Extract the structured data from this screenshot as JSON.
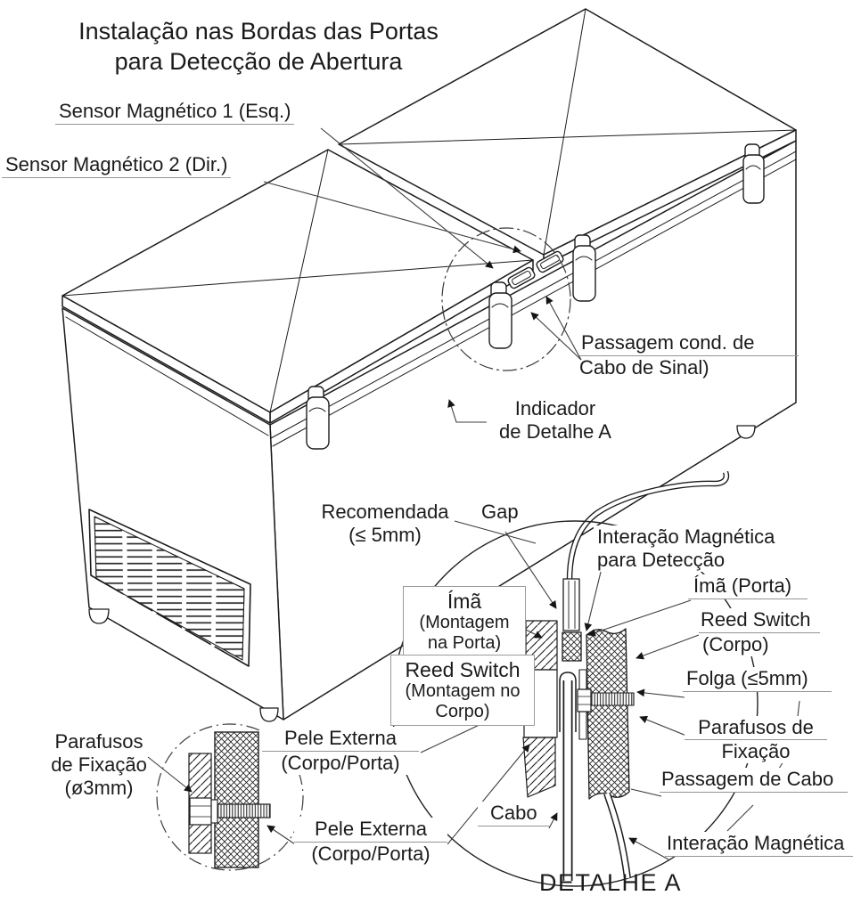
{
  "title": [
    "Instalação nas Bordas das Portas",
    "para Detecção de Abertura"
  ],
  "labels": {
    "sensor1": "Sensor Magnético 1 (Esq.)",
    "sensor2": "Sensor Magnético 2 (Dir.)",
    "passagem": [
      "Passagem cond. de",
      "Cabo de Sinal)"
    ],
    "indicador": [
      "Indicador",
      "de Detalhe A"
    ],
    "recomendada": [
      "Recomendada",
      "(≤ 5mm)"
    ],
    "gap": "Gap",
    "interacao_deteccao": [
      "Interação Magnética",
      "para Detecção"
    ],
    "ima_porta": "Ímã (Porta)",
    "reed_corpo": [
      "Reed Switch",
      "(Corpo)"
    ],
    "folga": "Folga (≤5mm)",
    "ima_montagem": [
      "Ímã",
      "(Montagem",
      "na Porta)"
    ],
    "reed_montagem": [
      "Reed Switch",
      "(Montagem no",
      "Corpo)"
    ],
    "pele_externa_1": [
      "Pele Externa",
      "(Corpo/Porta)"
    ],
    "pele_externa_2": [
      "Pele Externa",
      "(Corpo/Porta)"
    ],
    "parafusos_3mm": [
      "Parafusos",
      "de Fixação",
      "(ø3mm)"
    ],
    "parafusos_fix": [
      "Parafusos de",
      "Fixação"
    ],
    "passagem_cabo": "Passagem de Cabo",
    "cabo": "Cabo",
    "interacao_magnetica": "Interação Magnética",
    "detalhe_a": "DETALHE A"
  },
  "colors": {
    "ink": "#1c1c1c",
    "leader": "#3d3d3d",
    "underline": "#949494",
    "background": "#ffffff"
  }
}
